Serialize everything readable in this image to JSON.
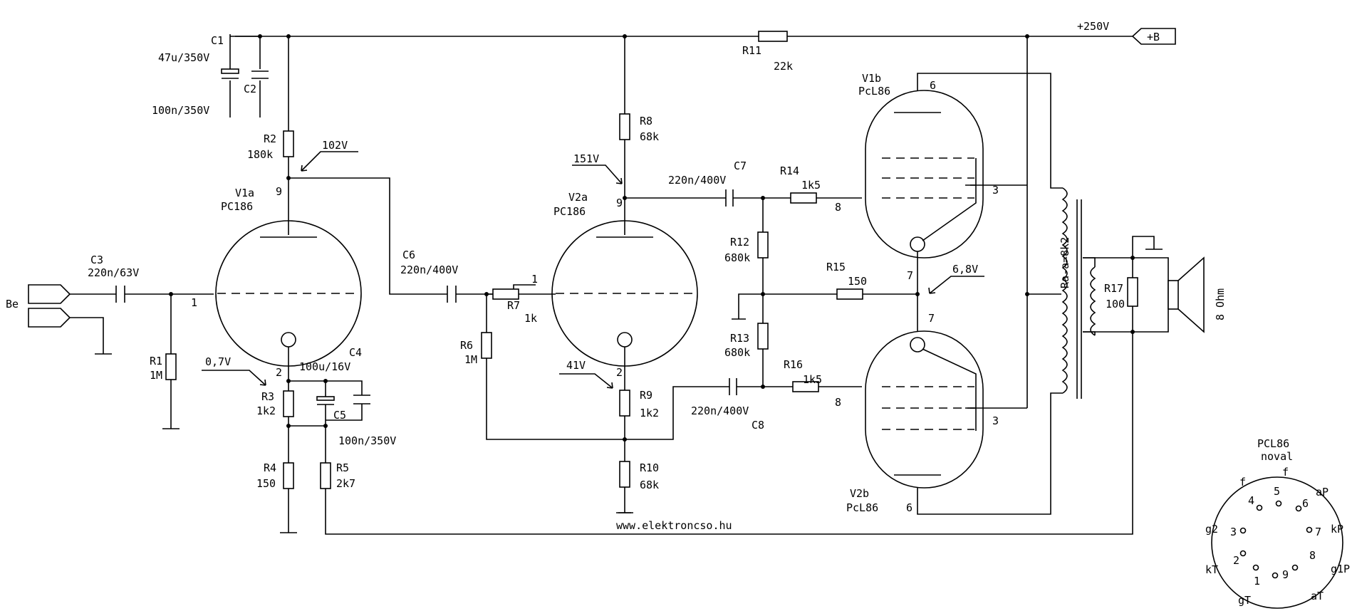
{
  "website": "www.elektroncso.hu",
  "supply": {
    "voltage": "+250V",
    "label": "+B"
  },
  "input": {
    "label": "Be"
  },
  "speaker": {
    "label": "8 Ohm"
  },
  "transformer": {
    "label": "Ra-a=8k2"
  },
  "tubes": {
    "v1a": {
      "name": "V1a",
      "type": "PC186"
    },
    "v2a": {
      "name": "V2a",
      "type": "PC186"
    },
    "v1b": {
      "name": "V1b",
      "type": "PcL86"
    },
    "v2b": {
      "name": "V2b",
      "type": "PcL86"
    }
  },
  "components": {
    "c1": {
      "name": "C1",
      "value": "47u/350V"
    },
    "c2": {
      "name": "C2",
      "value": "100n/350V"
    },
    "c3": {
      "name": "C3",
      "value": "220n/63V"
    },
    "c4": {
      "name": "C4",
      "value": "100u/16V"
    },
    "c5": {
      "name": "C5",
      "value": "100n/350V"
    },
    "c6": {
      "name": "C6",
      "value": "220n/400V"
    },
    "c7": {
      "name": "C7",
      "value": "220n/400V"
    },
    "c8": {
      "name": "C8",
      "value": "220n/400V"
    },
    "r1": {
      "name": "R1",
      "value": "1M"
    },
    "r2": {
      "name": "R2",
      "value": "180k"
    },
    "r3": {
      "name": "R3",
      "value": "1k2"
    },
    "r4": {
      "name": "R4",
      "value": "150"
    },
    "r5": {
      "name": "R5",
      "value": "2k7"
    },
    "r6": {
      "name": "R6",
      "value": "1M"
    },
    "r7": {
      "name": "R7",
      "value": "1k"
    },
    "r8": {
      "name": "R8",
      "value": "68k"
    },
    "r9": {
      "name": "R9",
      "value": "1k2"
    },
    "r10": {
      "name": "R10",
      "value": "68k"
    },
    "r11": {
      "name": "R11",
      "value": "22k"
    },
    "r12": {
      "name": "R12",
      "value": "680k"
    },
    "r13": {
      "name": "R13",
      "value": "680k"
    },
    "r14": {
      "name": "R14",
      "value": "1k5"
    },
    "r15": {
      "name": "R15",
      "value": "150"
    },
    "r16": {
      "name": "R16",
      "value": "1k5"
    },
    "r17": {
      "name": "R17",
      "value": "100"
    }
  },
  "voltages": {
    "v1_anode": "102V",
    "v1_cathode": "0,7V",
    "v2_anode": "151V",
    "v2_cathode": "41V",
    "power_cathode": "6,8V"
  },
  "pins": {
    "p9": "9",
    "p1": "1",
    "p2": "2",
    "p8": "8",
    "p3": "3",
    "p6": "6",
    "p7": "7"
  },
  "pinout": {
    "title": "PCL86",
    "subtitle": "noval",
    "numbers": [
      "1",
      "2",
      "3",
      "4",
      "5",
      "6",
      "7",
      "8",
      "9"
    ],
    "labels": {
      "f_left": "f",
      "f_top": "f",
      "aP": "aP",
      "g2": "g2",
      "kP": "kP",
      "kT": "kT",
      "g1P": "g1P",
      "gT": "gT",
      "aT": "aT"
    }
  }
}
